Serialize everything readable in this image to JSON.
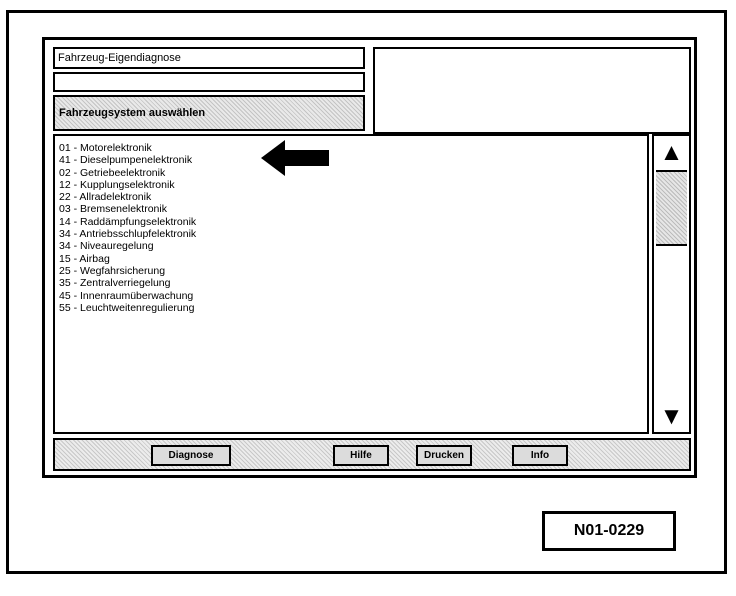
{
  "header": {
    "title": "Fahrzeug-Eigendiagnose",
    "select_prompt": "Fahrzeugsystem auswählen"
  },
  "systems": [
    {
      "label": "01 - Motorelektronik"
    },
    {
      "label": "41 - Dieselpumpenelektronik"
    },
    {
      "label": "02 - Getriebeelektronik"
    },
    {
      "label": "12 - Kupplungselektronik"
    },
    {
      "label": "22 - Allradelektronik"
    },
    {
      "label": "03 - Bremsenelektronik"
    },
    {
      "label": "14 - Raddämpfungselektronik"
    },
    {
      "label": "34 - Antriebsschlupfelektronik"
    },
    {
      "label": "34 - Niveauregelung"
    },
    {
      "label": "15 - Airbag"
    },
    {
      "label": "25 - Wegfahrsicherung"
    },
    {
      "label": "35 - Zentralverriegelung"
    },
    {
      "label": "45 - Innenraumüberwachung"
    },
    {
      "label": "55 - Leuchtweitenregulierung"
    }
  ],
  "buttons": {
    "b1": "Diagnose",
    "b2": "Hilfe",
    "b3": "Drucken",
    "b4": "Info"
  },
  "scroll_position": 0.0,
  "figure_code": "N01-0229",
  "icons": {
    "scroll_up": "triangle-up-icon",
    "scroll_down": "triangle-down-icon",
    "pointer": "arrow-left-icon"
  }
}
